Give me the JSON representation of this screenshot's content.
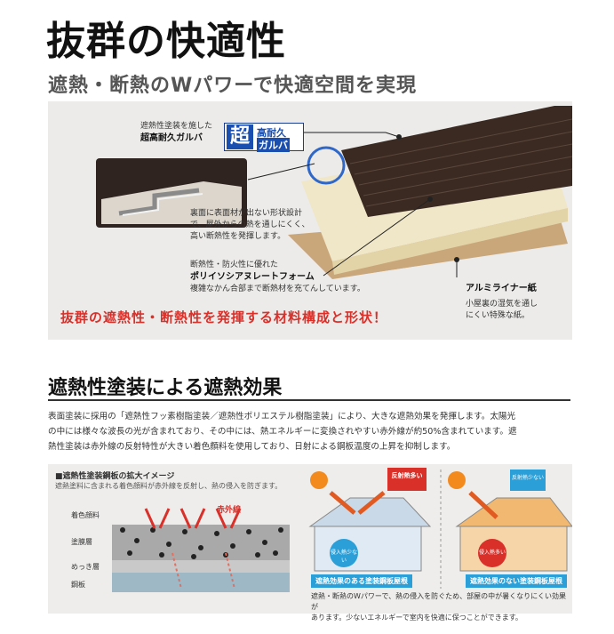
{
  "header": {
    "title": "抜群の快適性",
    "subtitle": "遮熱・断熱のWパワーで快適空間を実現"
  },
  "material_panel": {
    "galva_note": "遮熱性塗装を施した",
    "galva_name": "超高耐久ガルバ",
    "badge_big": "超",
    "badge_top": "高耐久",
    "badge_bottom": "ガルバ",
    "shape_text_1": "裏面に表面材が出ない形状設計",
    "shape_text_2": "で、屋外からの熱を通しにくく、",
    "shape_text_3": "高い断熱性を発揮します。",
    "foam_note": "断熱性・防火性に優れた",
    "foam_name": "ポリイソシアヌレートフォーム",
    "foam_desc": "複雑なかん合部まで断熱材を充てんしています。",
    "liner_name": "アルミライナー紙",
    "liner_desc_1": "小屋裏の湿気を通し",
    "liner_desc_2": "にくい特殊な紙。",
    "red_headline": "抜群の遮熱性・断熱性を発揮する材料構成と形状！"
  },
  "section2": {
    "heading": "遮熱性塗装による遮熱効果",
    "body_1": "表面塗装に採用の「遮熱性フッ素樹脂塗装／遮熱性ポリエステル樹脂塗装」により、大きな遮熱効果を発揮します。太陽光",
    "body_2": "の中には様々な波長の光が含まれており、その中には、熱エネルギーに変換されやすい赤外線が約50%含まれています。遮",
    "body_3": "熱性塗装は赤外線の反射特性が大きい着色顔料を使用しており、日射による鋼板温度の上昇を抑制します。"
  },
  "diagram": {
    "cap_title": "■遮熱性塗装鋼板の拡大イメージ",
    "cap_desc": "遮熱塗料に含まれる着色顔料が赤外線を反射し、熱の侵入を防ぎます。",
    "ir_label": "赤外線",
    "layers": [
      "着色顔料",
      "塗膜層",
      "めっき層",
      "鋼板"
    ],
    "house_a_bubble": "反射熱多い",
    "house_a_inner": "侵入熱少ない",
    "house_a_caption": "遮熱効果のある塗装鋼板屋根",
    "house_b_bubble": "反射熱少ない",
    "house_b_inner": "侵入熱多い",
    "house_b_caption": "遮熱効果のない塗装鋼板屋根",
    "footnote_1": "遮熱・断熱のWパワーで、熱の侵入を防ぐため、部屋の中が暑くなりにくい効果が",
    "footnote_2": "あります。少ないエネルギーで室内を快適に保つことができます。"
  },
  "colors": {
    "accent_red": "#d9302a",
    "accent_blue": "#1a4fb0",
    "roof_brown": "#3a2a22"
  }
}
